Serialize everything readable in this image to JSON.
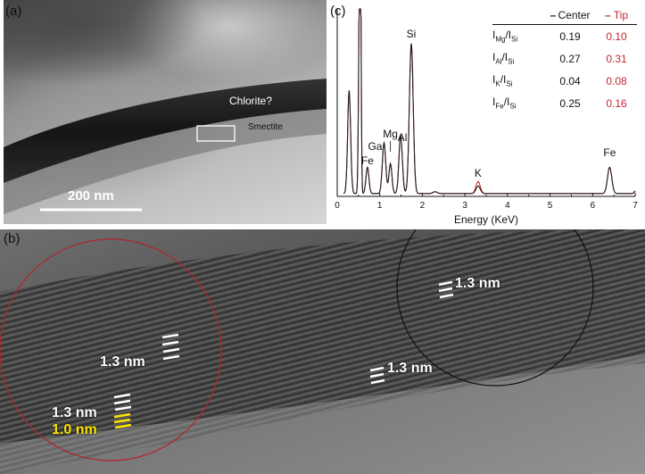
{
  "panel_labels": {
    "a": "(a)",
    "b": "(b)",
    "c": "(c)"
  },
  "panel_a": {
    "chlorite_label": "Chlorite?",
    "smectite_label": "Smectite",
    "scale_bar_label": "200 nm"
  },
  "panel_b": {
    "label_1": "1.3 nm",
    "label_2": "1.3 nm",
    "label_3": "1.3 nm",
    "label_4": "1.3 nm",
    "label_5": "1.0 nm"
  },
  "chart_data": {
    "type": "line",
    "xlabel": "Energy (KeV)",
    "ylabel": "",
    "xlim": [
      0,
      7
    ],
    "x_ticks": [
      "0",
      "1",
      "2",
      "3",
      "4",
      "5",
      "6",
      "7"
    ],
    "series": [
      {
        "name": "Center",
        "color": "#222222"
      },
      {
        "name": "Tip",
        "color": "#c0282d"
      }
    ],
    "peaks": [
      {
        "element": "Fe",
        "energy": 0.71
      },
      {
        "element": "Mg",
        "energy": 1.25
      },
      {
        "element": "Ga",
        "energy": 1.1
      },
      {
        "element": "Al",
        "energy": 1.49
      },
      {
        "element": "Si",
        "energy": 1.74
      },
      {
        "element": "K",
        "energy": 3.31
      },
      {
        "element": "Fe",
        "energy": 6.4
      }
    ],
    "table": {
      "headers": [
        "",
        "Center",
        "Tip"
      ],
      "rows": [
        {
          "ratio": "I_Mg/I_Si",
          "sub1": "Mg",
          "sub2": "Si",
          "center": "0.19",
          "tip": "0.10"
        },
        {
          "ratio": "I_Al/I_Si",
          "sub1": "Al",
          "sub2": "Si",
          "center": "0.27",
          "tip": "0.31"
        },
        {
          "ratio": "I_K/I_Si",
          "sub1": "K",
          "sub2": "Si",
          "center": "0.04",
          "tip": "0.08"
        },
        {
          "ratio": "I_Fe/I_Si",
          "sub1": "Fe",
          "sub2": "Si",
          "center": "0.25",
          "tip": "0.16"
        }
      ]
    }
  },
  "colors": {
    "center": "#222222",
    "tip": "#c0282d",
    "highlight": "#ffe600"
  }
}
